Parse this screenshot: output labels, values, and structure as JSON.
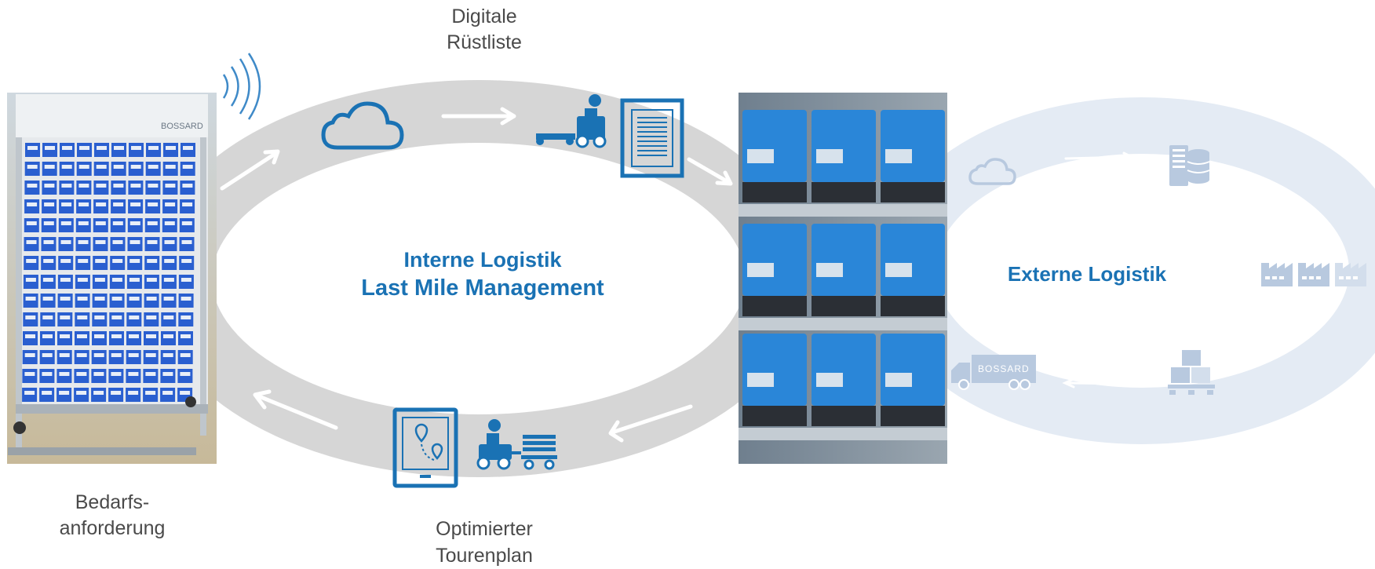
{
  "labels": {
    "top_line1": "Digitale",
    "top_line2": "Rüstliste",
    "left_line1": "Bedarfs-",
    "left_line2": "anforderung",
    "bottom_line1": "Optimierter",
    "bottom_line2": "Tourenplan"
  },
  "internal": {
    "line1": "Interne Logistik",
    "line2": "Last Mile Management"
  },
  "external": {
    "title": "Externe Logistik"
  },
  "rack_brand": "BOSSARD",
  "truck_brand": "BOSSARD",
  "colors": {
    "accent_blue": "#1a72b4",
    "ring_gray": "#d6d6d6",
    "ring_light": "#e4ebf4",
    "icon_light": "#b8c9df",
    "bin_blue": "#2a5fd0"
  },
  "icons": [
    "wireless-signal-icon",
    "cloud-icon",
    "forklift-driver-icon",
    "document-list-icon",
    "map-tablet-icon",
    "delivery-cart-icon",
    "database-server-icon",
    "factory-icon",
    "pallet-boxes-icon",
    "truck-icon"
  ]
}
